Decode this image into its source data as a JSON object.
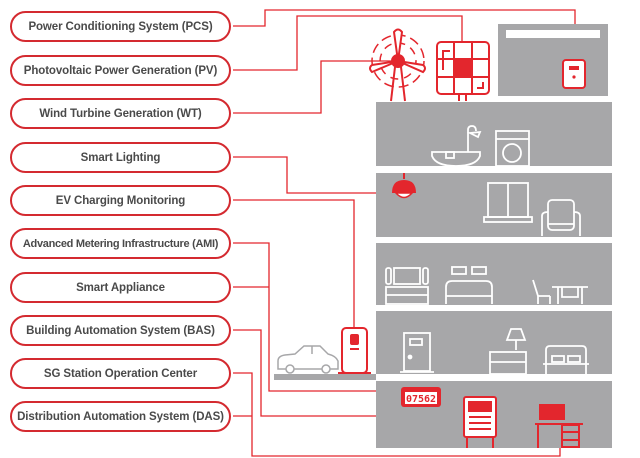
{
  "colors": {
    "accent_red": "#e3262d",
    "building_gray": "#a7a7a9",
    "label_text": "#4a4a4a",
    "background": "#ffffff"
  },
  "labels": [
    {
      "id": "pcs",
      "text": "Power Conditioning System (PCS)"
    },
    {
      "id": "pv",
      "text": "Photovoltaic Power Generation (PV)"
    },
    {
      "id": "wt",
      "text": "Wind Turbine Generation (WT)"
    },
    {
      "id": "lighting",
      "text": "Smart Lighting"
    },
    {
      "id": "ev",
      "text": "EV Charging Monitoring"
    },
    {
      "id": "ami",
      "text": "Advanced Metering Infrastructure (AMI)"
    },
    {
      "id": "appliance",
      "text": "Smart Appliance"
    },
    {
      "id": "bas",
      "text": "Building Automation System (BAS)"
    },
    {
      "id": "sgoc",
      "text": "SG Station Operation Center"
    },
    {
      "id": "das",
      "text": "Distribution Automation System (DAS)"
    }
  ],
  "illustration": {
    "meter_reading": "07562",
    "icons": [
      "wind-turbine",
      "solar-panel",
      "pcs-inverter",
      "bathtub",
      "washing-machine",
      "pendant-lamp",
      "window",
      "armchair",
      "tv-stand",
      "sofa",
      "dining-table",
      "door",
      "nightstand-lamp",
      "bed",
      "car",
      "ev-charger",
      "smart-meter",
      "control-cabinet",
      "desk-computer"
    ]
  }
}
